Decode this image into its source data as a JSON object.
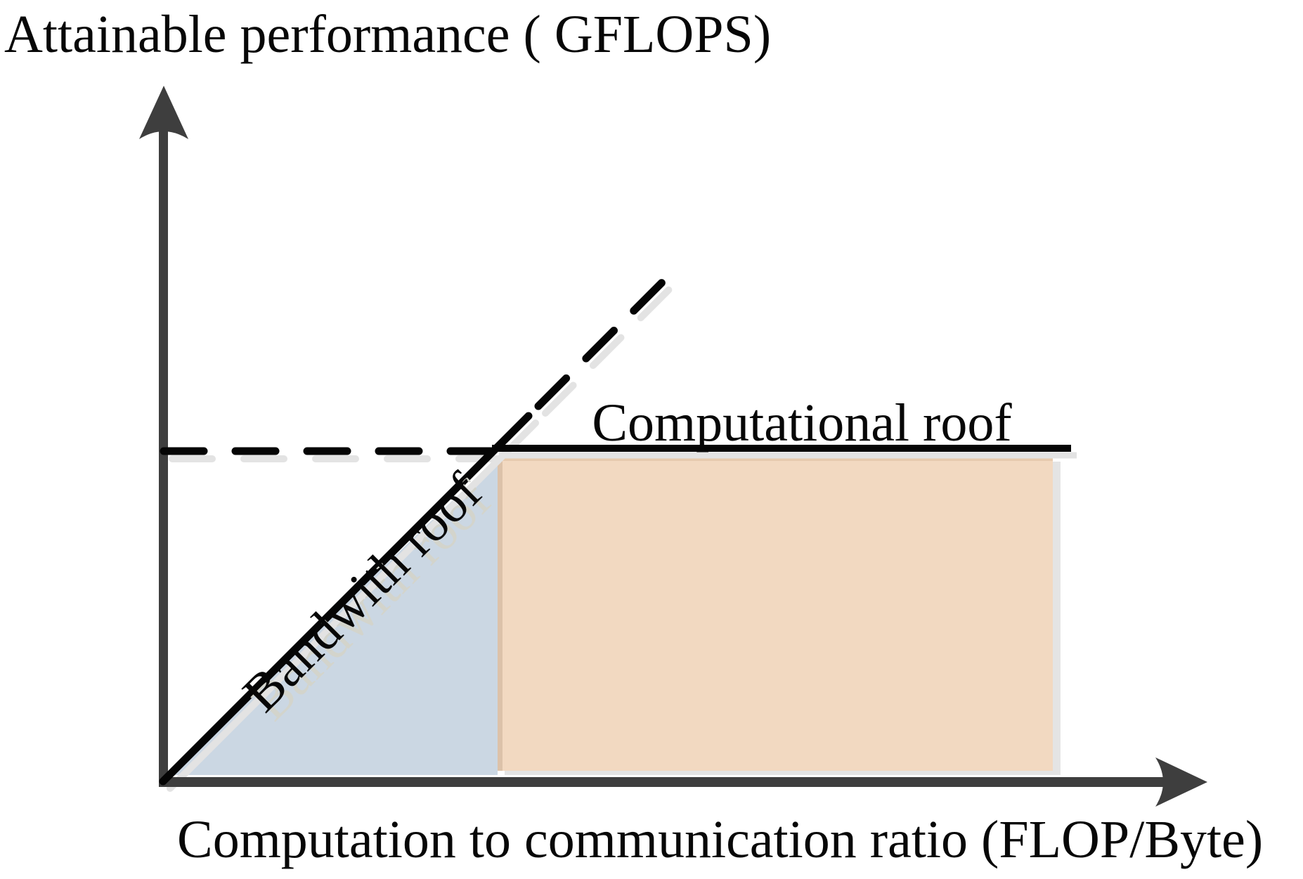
{
  "figure": {
    "y_axis_title": "Attainable performance ( GFLOPS)",
    "x_axis_label": "Computation to communication ratio (FLOP/Byte)",
    "computational_roof_label": "Computational roof",
    "bandwidth_roof_label": "Bandwith roof",
    "colors": {
      "axis": "#3e3e3e",
      "line_black": "#050505",
      "line_shadow": "#e3e3e3",
      "memory_region": "#cbd7e3",
      "compute_region": "#f2d9c1",
      "compute_region_top_edge": "#e6caae",
      "compute_region_left_edge": "#dcc2a9",
      "region_shadow": "#e4e4e4",
      "text_shadow": "#d3d4cc",
      "text_black": "#070707"
    }
  },
  "chart_data": {
    "type": "line",
    "title": "",
    "xlabel": "Computation to communication ratio (FLOP/Byte)",
    "ylabel": "Attainable performance ( GFLOPS)",
    "axes_numeric": false,
    "note": "Schematic roofline model; no tick values shown, coordinates normalized 0-1 of visible axis span",
    "xlim": [
      0,
      1
    ],
    "ylim": [
      0,
      1
    ],
    "grid": false,
    "series": [
      {
        "name": "Bandwith roof (solid)",
        "style": "solid",
        "x": [
          0.0,
          0.35
        ],
        "y": [
          0.0,
          0.525
        ]
      },
      {
        "name": "Bandwith roof (dashed extension)",
        "style": "dashed",
        "x": [
          0.36,
          0.49
        ],
        "y": [
          0.54,
          0.74
        ]
      },
      {
        "name": "Computational roof (solid)",
        "style": "solid",
        "x": [
          0.315,
          0.87
        ],
        "y": [
          0.48,
          0.48
        ]
      },
      {
        "name": "Computational roof (dashed extension)",
        "style": "dashed",
        "x": [
          0.0,
          0.313
        ],
        "y": [
          0.475,
          0.475
        ]
      }
    ],
    "annotations": [
      {
        "text": "Computational roof",
        "x": 0.61,
        "y": 0.53,
        "rotation": 0
      },
      {
        "text": "Bandwith roof",
        "x": 0.2,
        "y": 0.25,
        "rotation": -45
      }
    ],
    "regions": [
      {
        "name": "bandwidth-bound (triangle)",
        "vertices_x": [
          0.0,
          0.32,
          0.32
        ],
        "vertices_y": [
          0.0,
          0.47,
          0.0
        ],
        "fill": "#cbd7e3"
      },
      {
        "name": "compute-bound (rectangle)",
        "x_range": [
          0.32,
          0.852
        ],
        "y_range": [
          0.0,
          0.47
        ],
        "fill": "#f2d9c1"
      },
      {
        "name": "ridge_point",
        "x": 0.317,
        "y": 0.477
      }
    ],
    "legend": {
      "visible": false
    }
  }
}
